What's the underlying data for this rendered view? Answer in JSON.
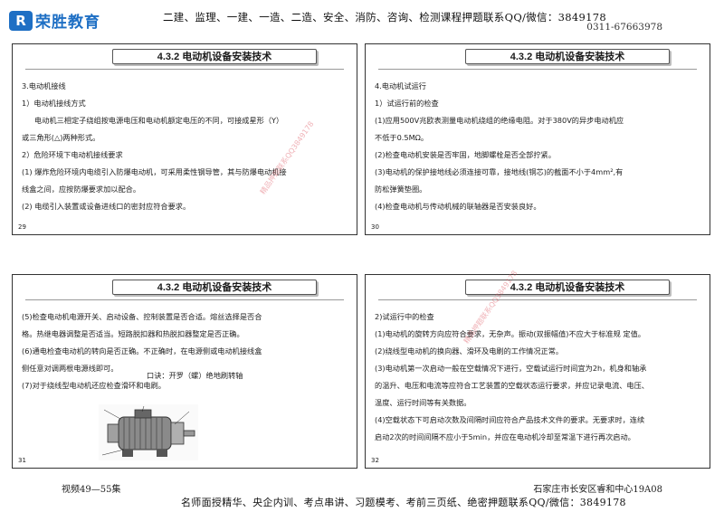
{
  "header": {
    "logo_mark": "R",
    "logo_text": "荣胜教育",
    "center": "二建、监理、一建、一造、二造、安全、消防、咨询、检测课程押题联系QQ/微信：3849178",
    "right": "0311-67663978"
  },
  "slides": [
    {
      "title": "4.3.2 电动机设备安装技术",
      "page": "29",
      "lines": [
        "3.电动机接线",
        "1）电动机接线方式",
        "电动机三相定子绕组按电源电压和电动机额定电压的不同，可接成星形（Y）",
        "或三角形(△)两种形式。",
        "2）危险环境下电动机接线要求",
        "(1) 爆炸危险环境内电缆引入防爆电动机，可采用柔性钢导管，其与防爆电动机接",
        "线盒之间，应按防爆要求加以配合。",
        "(2) 电缆引入装置或设备进线口的密封应符合要求。"
      ]
    },
    {
      "title": "4.3.2 电动机设备安装技术",
      "page": "30",
      "lines": [
        "4.电动机试运行",
        "1）试运行前的检查",
        "(1)应用500V兆欧表测量电动机绕组的绝缘电阻。对于380V的异步电动机应",
        "不低于0.5MΩ。",
        "(2)检查电动机安装是否牢固，地脚螺栓是否全部拧紧。",
        "(3)电动机的保护接地线必须连接可靠，接地线(铜芯)的截面不小于4mm²,有",
        "防松弹簧垫圈。",
        "(4)检查电动机与传动机械的联轴器是否安装良好。"
      ]
    },
    {
      "title": "4.3.2 电动机设备安装技术",
      "page": "31",
      "lines": [
        "(5)检查电动机电源开关、启动设备、控制装置是否合适。熔丝选择是否合",
        "格。热继电器调整是否适当。短路脱扣器和热脱扣器整定是否正确。",
        "(6)通电检查电动机的转向是否正确。不正确时，在电源侧或电动机接线盒",
        "侧任意对调两根电源线即可。",
        "(7)对于绕线型电动机还应检查滑环和电刷。"
      ],
      "mnemonic": "口诀：开罗（螺）绝地刷转轴"
    },
    {
      "title": "4.3.2 电动机设备安装技术",
      "page": "32",
      "lines": [
        "2)试运行中的检查",
        "(1)电动机的旋转方向应符合要求，无杂声。振动(双振幅值)不应大于标准规 定值。",
        "(2)绕线型电动机的换向器、滑环及电刷的工作情况正常。",
        "(3)电动机第一次启动一般在空载情况下进行，空载试运行时间宜为2h，机身和轴承",
        "的温升、电压和电流等应符合工艺装置的空载状态运行要求，并应记录电流、电压、",
        "温度、运行时间等有关数据。",
        "(4)空载状态下可启动次数及间隔时间应符合产品技术文件的要求。无要求时，连续",
        "启动2次的时间间隔不应小于5min，并应在电动机冷却至常温下进行再次启动。"
      ]
    }
  ],
  "watermark": "精品押题联系QQ3849178",
  "footer": {
    "left": "视频49—55集",
    "right": "石家庄市长安区睿和中心19A08",
    "center": "名师面授精华、央企内训、考点串讲、习题模考、考前三页纸、绝密押题联系QQ/微信：3849178"
  }
}
